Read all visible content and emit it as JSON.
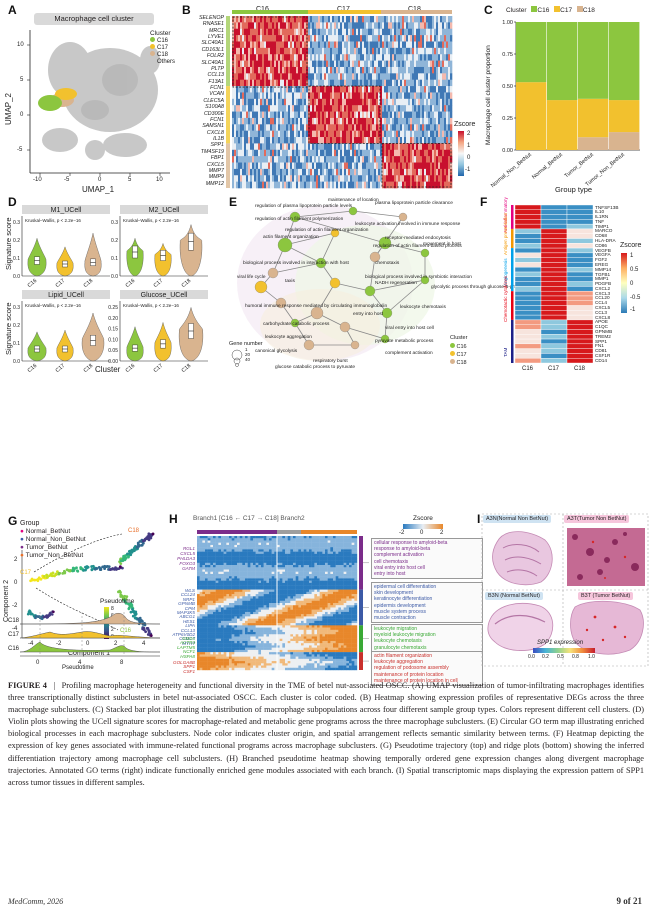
{
  "panels": {
    "A": {
      "label": "A",
      "title": "Macrophage cell cluster",
      "xlabel": "UMAP_1",
      "ylabel": "UMAP_2",
      "xticks": [
        "-10",
        "-5",
        "0",
        "5",
        "10"
      ],
      "yticks": [
        "10",
        "5",
        "0",
        "-5"
      ],
      "legend_title": "Cluster",
      "legend": [
        "C16",
        "C17",
        "C18",
        "Others"
      ],
      "colors": {
        "C16": "#8cc63f",
        "C17": "#f2c12e",
        "C18": "#d9b48f",
        "Others": "#c8c8c8"
      }
    },
    "B": {
      "label": "B",
      "clusters": [
        "C16",
        "C17",
        "C18"
      ],
      "genes": [
        "SELENOP",
        "RNASE1",
        "MRC1",
        "LYVE1",
        "SLC40A1",
        "CD163L1",
        "FOLR2",
        "SLC40A1",
        "PLTP",
        "CCL13",
        "F13A1",
        "FCN1",
        "VCAN",
        "CLEC5A",
        "S100A8",
        "CD300E",
        "FCN1",
        "SAMSN1",
        "CXCL8",
        "IL1B",
        "SPP1",
        "TM4SF19",
        "FBP1",
        "CXCL5",
        "MMP7",
        "MMP9",
        "MMP12"
      ],
      "zscore_title": "Zscore",
      "zscore_ticks": [
        "2",
        "1",
        "0",
        "-1"
      ]
    },
    "C": {
      "label": "C",
      "legend_title": "Cluster",
      "legend": [
        "C16",
        "C17",
        "C18"
      ],
      "ylabel": "Macrophage cell cluster proportion",
      "xlabel": "Group type",
      "yticks": [
        "0.00",
        "0.25",
        "0.50",
        "0.75",
        "1.00"
      ]
    },
    "D": {
      "label": "D",
      "xlabel": "Cluster",
      "ylabel": "Signature score",
      "stat": "Kruskal–Wallis, p < 2.2e−16",
      "plots": [
        {
          "title": "M1_UCell",
          "yticks": [
            "0.3",
            "0.2",
            "0.1",
            "0.0"
          ]
        },
        {
          "title": "M2_UCell",
          "yticks": [
            "0.3",
            "0.2",
            "0.1",
            "0.0"
          ]
        },
        {
          "title": "Lipid_UCell",
          "yticks": [
            "0.3",
            "0.2",
            "0.1",
            "0.0"
          ]
        },
        {
          "title": "Glucose_UCell",
          "yticks": [
            "0.25",
            "0.20",
            "0.15",
            "0.10",
            "0.05",
            "0.00"
          ]
        }
      ],
      "xticks": [
        "C16",
        "C17",
        "C18"
      ]
    },
    "E": {
      "label": "E",
      "terms": [
        "maintenance of location",
        "regulation of plasma lipoprotein particle levels",
        "plasma lipoprotein particle clearance",
        "regulation of actin filament polymerization",
        "receptor-mediated endocytosis",
        "regulation of actin filament organization",
        "leukocyte activation involved in immune response",
        "actin filament organization",
        "regulation of actin filament-based process",
        "movement in host",
        "biological process involved in interaction with host",
        "viral life cycle",
        "chemotaxis",
        "taxis",
        "biological process involved in symbiotic interaction",
        "NADH regeneration",
        "glycolytic process through glucose-6-phosphate",
        "humoral immune response mediated by circulating immunoglobulin",
        "entry into host",
        "leukocyte chemotaxis",
        "carbohydrate catabolic process",
        "viral entry into host cell",
        "leukocyte aggregation",
        "pyruvate metabolic process",
        "complement activation",
        "canonical glycolysis",
        "respiratory burst",
        "glucose catabolic process to pyruvate"
      ],
      "size_title": "Gene number",
      "size_ticks": [
        "1",
        "20",
        "40"
      ],
      "legend_title": "Cluster",
      "legend": [
        "C16",
        "C17",
        "C18"
      ]
    },
    "F": {
      "label": "F",
      "groups": [
        "Anti-inflammatory",
        "Antigen presentation",
        "Angiogenesis",
        "Chemotactic cytokines",
        "TAM"
      ],
      "genes": [
        "TNFSF13B",
        "IL10",
        "IL1RN",
        "TNF",
        "TIMP1",
        "MARCO",
        "CD68",
        "HLA-DRA",
        "CD86",
        "VEGFB",
        "VEGFA",
        "FGF2",
        "EREG",
        "MMP14",
        "TGFB1",
        "MMP1",
        "PDGFB",
        "CXCL2",
        "CXCL3",
        "CCL20",
        "CCL4",
        "CXCL5",
        "CCL3",
        "CXCL8",
        "APOE",
        "C1QC",
        "GPNMB",
        "TREM2",
        "SPP1",
        "FN1",
        "CD81",
        "CSF1R",
        "CD14"
      ],
      "columns": [
        "C16",
        "C17",
        "C18"
      ],
      "zscore_title": "Zscore",
      "zscore_ticks": [
        "1",
        "0.5",
        "0",
        "-0.5",
        "-1"
      ]
    },
    "G": {
      "label": "G",
      "legend_title": "Group",
      "legend": [
        "Normal_BetNut",
        "Normal_Non_BetNut",
        "Tumor_BetNut",
        "Tumor_Non_BetNut"
      ],
      "legend_colors": [
        "#e4007f",
        "#3c5aa6",
        "#7b2c8a",
        "#e8702a"
      ],
      "xlabel": "Component 1",
      "ylabel": "Component 2",
      "xticks": [
        "-4",
        "-2",
        "0",
        "2",
        "4"
      ],
      "yticks": [
        "2",
        "0",
        "-2",
        "-4"
      ],
      "pseudotime_title": "Pseudotime",
      "pseudotime_ticks": [
        "8",
        "6",
        "4",
        "2",
        "0"
      ],
      "clusters": [
        "C18",
        "C17",
        "C16"
      ],
      "ridge_xlabel": "Pseudotime",
      "ridge_xticks": [
        "0",
        "4",
        "8"
      ]
    },
    "H": {
      "label": "H",
      "header": "Branch1 [C16 ← C17 → C18] Branch2",
      "zscore_title": "Zscore",
      "zscore_ticks": [
        "-2",
        "0",
        "2"
      ],
      "genes": [
        "RGL1",
        "CXCL5",
        "PHLDA3",
        "FOXO3",
        "GATM",
        "WLS",
        "CCL24",
        "NRP1",
        "GPNMB",
        "CPM",
        "MAP3K5",
        "ABCG1",
        "HES1",
        "LIPA",
        "CCL13",
        "ATP6V0D2",
        "CCDC7",
        "MYH7",
        "GM2A",
        "ACTR3",
        "LAPTM5",
        "NCF1",
        "HSPA8",
        "GOLGA8B",
        "SPP1",
        "CSF1"
      ],
      "modules": [
        {
          "terms": [
            "cellular response to amyloid-beta",
            "response to amyloid-beta",
            "complement activation",
            "cell chemotaxis",
            "viral entry into host cell",
            "entry into host"
          ],
          "color": "#7b2c8a"
        },
        {
          "terms": [
            "epidermal cell differentiation",
            "skin development",
            "keratinocyte differentiation",
            "epidermis development",
            "muscle system process",
            "muscle contraction"
          ],
          "color": "#3c5aa6"
        },
        {
          "terms": [
            "leukocyte migration",
            "myeloid leukocyte migration",
            "leukocyte chemotaxis",
            "granulocyte chemotaxis",
            "taxis"
          ],
          "color": "#3aa935"
        },
        {
          "terms": [
            "actin filament organization",
            "leukocyte aggregation",
            "regulation of podosome assembly",
            "maintenance of protein location",
            "maintenance of protein location in cell"
          ],
          "color": "#c9302c"
        }
      ]
    },
    "I": {
      "label": "I",
      "samples": [
        "A3N(Normal Non BetNut)",
        "A3T(Tumor Non BetNut)",
        "B3N (Normal BetNut)",
        "B3T (Tumor BetNut)"
      ],
      "scale_title": "SPP1 expression",
      "scale_ticks": [
        "0.0",
        "0.2",
        "0.5",
        "0.8",
        "1.0"
      ]
    }
  },
  "caption": {
    "figure_label": "FIGURE 4",
    "title": "Profiling macrophage heterogeneity and functional diversity in the TME of betel nut-associated OSCC.",
    "text": "(A) UMAP visualization of tumor-infiltrating macrophages identifies three transcriptionally distinct subclusters in betel nut-associated OSCC. Each cluster is color coded. (B) Heatmap showing expression profiles of representative DEGs across the three macrophage subclusters. (C) Stacked bar plot illustrating the distribution of macrophage subpopulations across four different sample group types. Colors represent different cell clusters. (D) Violin plots showing the UCell signature scores for macrophage-related and metabolic gene programs across the three macrophage subclusters. (E) Circular GO term map illustrating enriched biological processes in each macrophage subclusters. Node color indicates cluster origin, and spatial arrangement reflects semantic similarity between terms. (F) Heatmap depicting the expression of key genes associated with immune-related functional programs across macrophage subclusters. (G) Pseudotime trajectory (top) and ridge plots (bottom) showing the inferred differentiation trajectory among macrophage cell subclusters. (H) Branched pseudotime heatmap showing temporally ordered gene expression changes along divergent macrophage trajectories. Annotated GO terms (right) indicate functionally enriched gene modules associated with each branch. (I) Spatial transcriptomic maps displaying the expression pattern of SPP1 across tumor tissues in different samples."
  },
  "footer": {
    "journal": "MedComm, 2026",
    "page": "9 of 21"
  },
  "chart_data": [
    {
      "type": "bar",
      "title": "",
      "xlabel": "Group type",
      "ylabel": "Macrophage cell cluster proportion",
      "categories": [
        "Normal_Non_BetNut",
        "Normal_BetNut",
        "Tumor_BetNut",
        "Tumor_Non_BetNut"
      ],
      "series": [
        {
          "name": "C16",
          "values": [
            0.47,
            0.61,
            0.6,
            0.61
          ]
        },
        {
          "name": "C17",
          "values": [
            0.53,
            0.39,
            0.3,
            0.25
          ]
        },
        {
          "name": "C18",
          "values": [
            0.0,
            0.0,
            0.1,
            0.14
          ]
        }
      ],
      "ylim": [
        0,
        1
      ],
      "stacked": true
    }
  ]
}
